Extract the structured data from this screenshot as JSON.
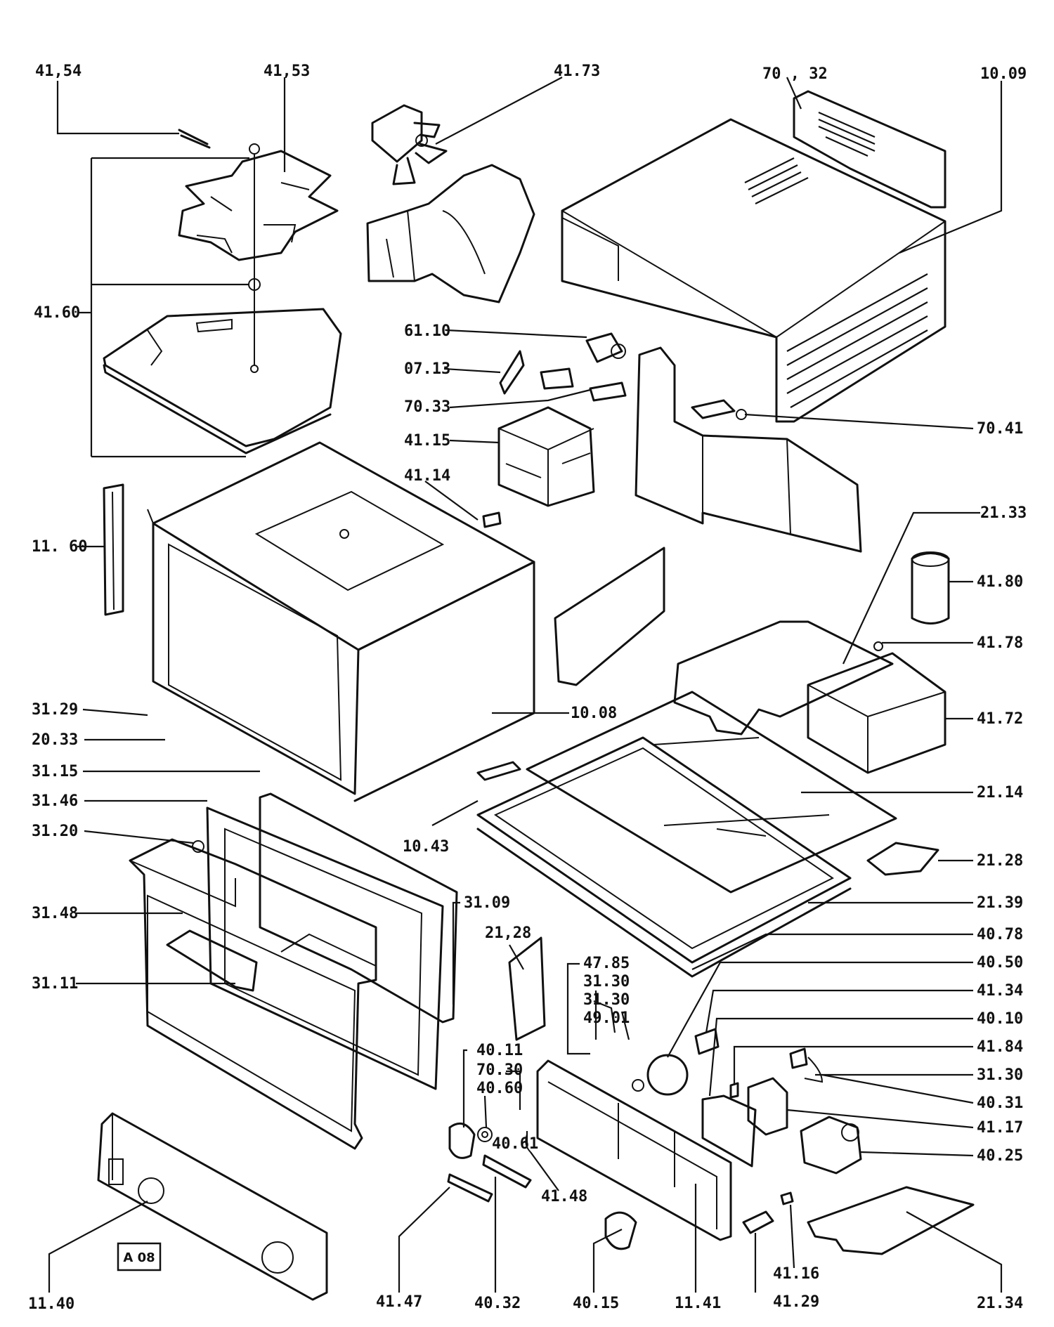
{
  "diagram": {
    "badge": "A 08",
    "labels": {
      "p41_54": "41,54",
      "p41_53": "41,53",
      "p41_73": "41.73",
      "p70_32": "70 , 32",
      "p10_09": "10.09",
      "p41_60": "41.60",
      "p61_10": "61.10",
      "p07_13": "07.13",
      "p70_33": "70.33",
      "p41_15": "41.15",
      "p41_14": "41.14",
      "p70_41": "70.41",
      "p21_33": "21.33",
      "p11_60": "11. 60",
      "p41_80": "41.80",
      "p41_78": "41.78",
      "p31_29": "31.29",
      "p10_08": "10.08",
      "p41_72": "41.72",
      "p20_33": "20.33",
      "p31_15": "31.15",
      "p21_14": "21.14",
      "p31_46": "31.46",
      "p10_43": "10.43",
      "p31_20": "31.20",
      "p21_28a": "21.28",
      "p31_09": "31.09",
      "p21_39": "21.39",
      "p31_48": "31.48",
      "p21_28b": "21,28",
      "p40_78": "40.78",
      "p47_85": "47.85",
      "p31_30a": "31.30",
      "p40_50": "40.50",
      "p31_30b": "31.30",
      "p41_34": "41.34",
      "p49_01": "49.01",
      "p31_11": "31.11",
      "p40_10": "40.10",
      "p41_84": "41.84",
      "p40_11": "40.11",
      "p70_30": "70.30",
      "p31_30c": "31.30",
      "p40_60": "40.60",
      "p40_31": "40.31",
      "p41_17": "41.17",
      "p40_61": "40.61",
      "p40_25": "40.25",
      "p41_48": "41.48",
      "p41_16": "41.16",
      "p11_40": "11.40",
      "p41_47": "41.47",
      "p40_32": "40.32",
      "p40_15": "40.15",
      "p11_41": "11.41",
      "p41_29": "41.29",
      "p21_34": "21.34"
    }
  }
}
